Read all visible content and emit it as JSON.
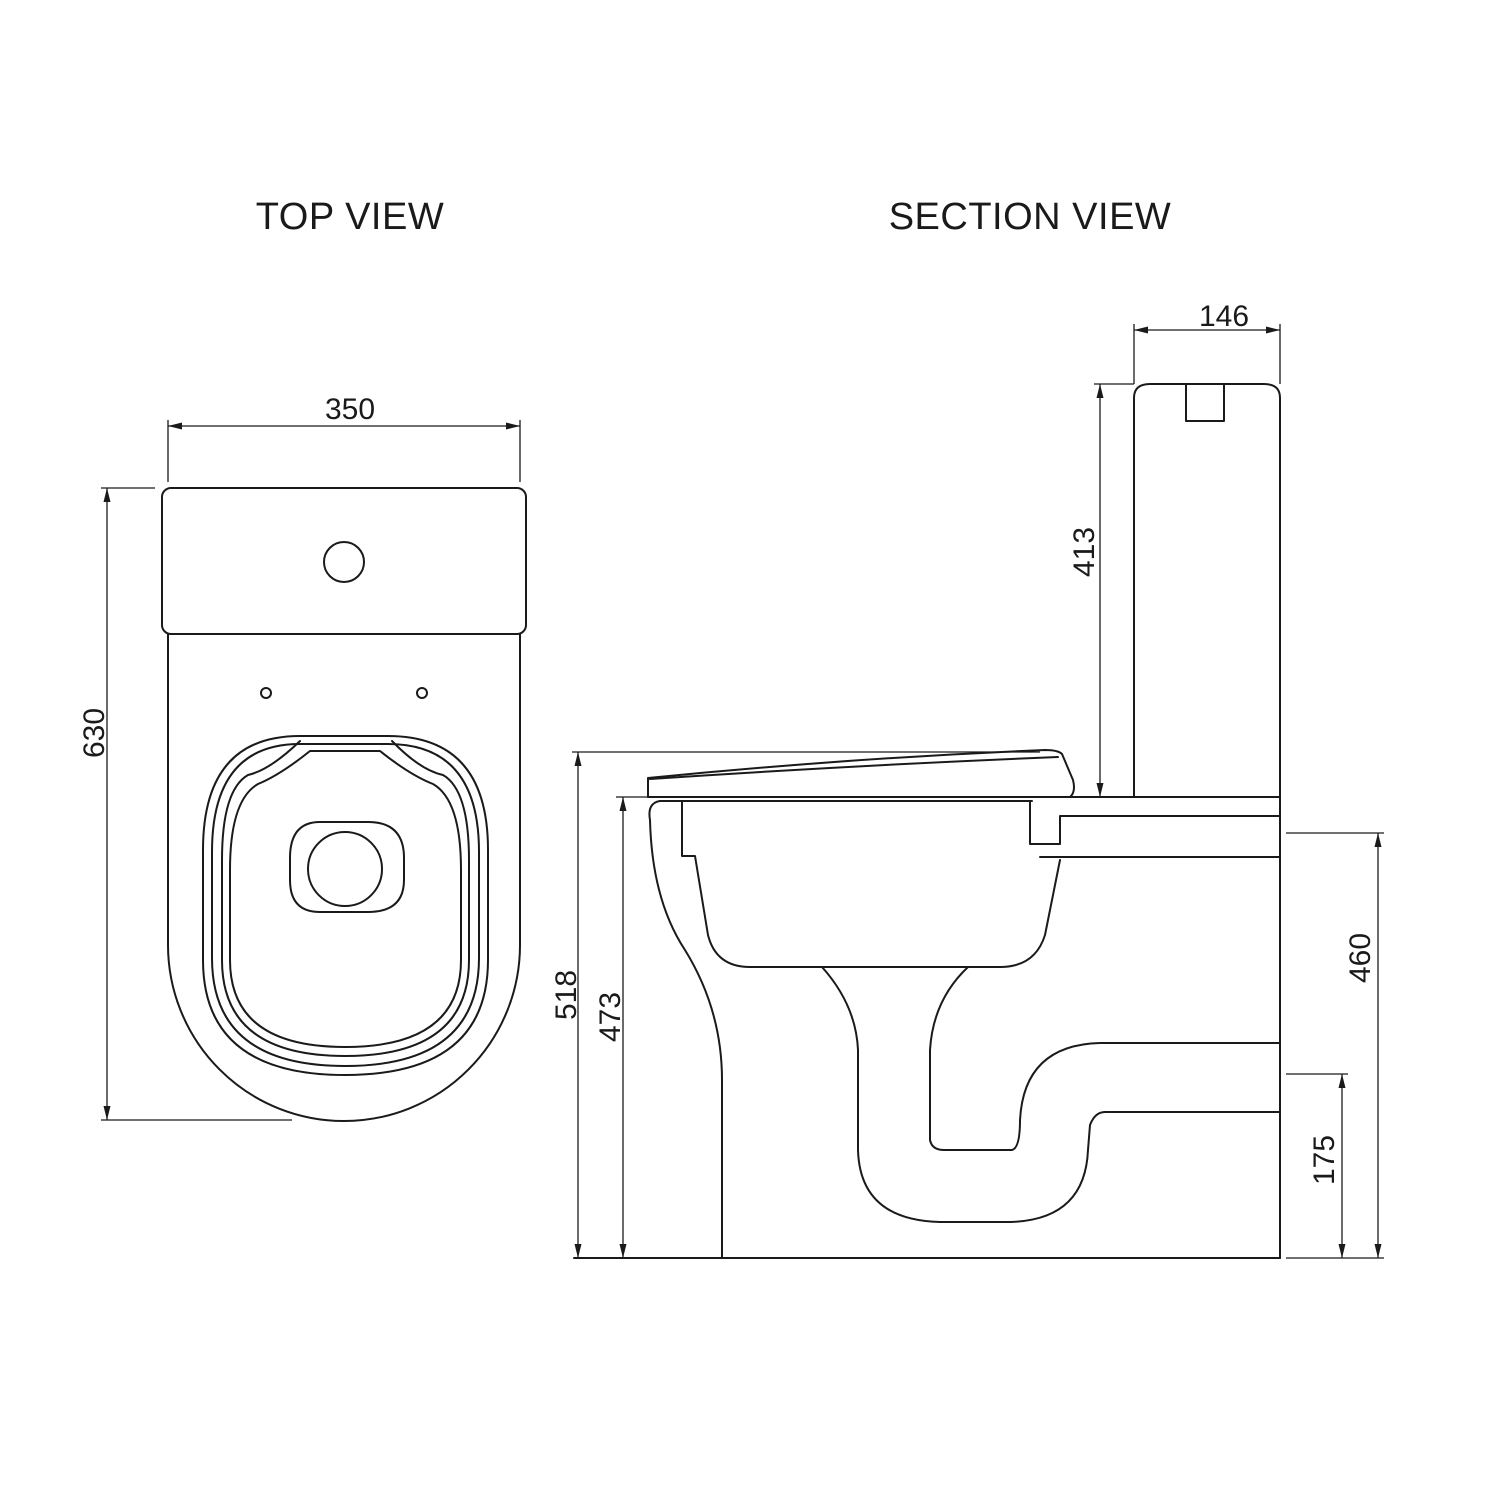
{
  "titles": {
    "top_view": "TOP VIEW",
    "section_view": "SECTION VIEW"
  },
  "dimensions": {
    "top_width": "350",
    "top_depth": "630",
    "tank_depth": "146",
    "tank_height": "413",
    "overall_height": "518",
    "rim_height": "473",
    "cistern_inlet_height": "460",
    "outlet_height": "175"
  }
}
